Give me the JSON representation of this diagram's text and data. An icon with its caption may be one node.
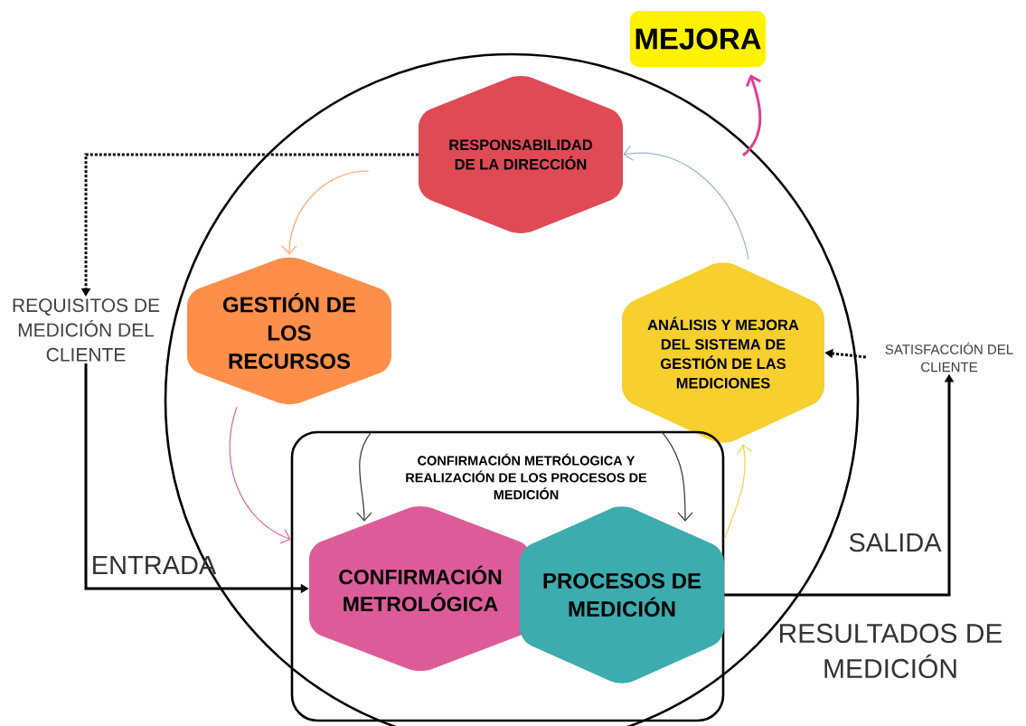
{
  "diagram": {
    "nodes": [
      {
        "text": [
          "MEJORA"
        ]
      },
      {
        "text": [
          "RESPONSABILIDAD DE LA DIRECCIÓN"
        ]
      },
      {
        "text": [
          "GESTIÓN DE LOS RECURSOS"
        ]
      },
      {
        "text": [
          "ANÁLISIS Y MEJORA DEL SISTEMA DE GESTIÓN DE LAS MEDICIONES"
        ]
      },
      {
        "text": [
          "CONFIRMACIÓN METRÓLOGICA Y REALIZACIÓN DE LOS PROCESOS DE MEDICIÓN"
        ]
      },
      {
        "text": [
          "CONFIRMACIÓN METROLÓGICA"
        ],
        "in": 4
      },
      {
        "text": [
          "PROCESOS DE MEDICIÓN"
        ],
        "in": 4
      },
      {
        "text": [
          "REQUISITOS DE MEDICIÓN DEL CLIENTE"
        ]
      },
      {
        "text": [
          "SATISFACCIÓN DEL CLIENTE"
        ]
      }
    ],
    "edges": [
      {
        "from": null,
        "to": 0,
        "arrow": "to",
        "style": "thick",
        "color": "#e33c95"
      },
      {
        "from": 1,
        "to": 7,
        "arrow": "to",
        "style": "dashed"
      },
      {
        "from": 1,
        "to": 2,
        "arrow": "to",
        "color": "#fca06a"
      },
      {
        "from": 2,
        "to": 5,
        "arrow": "to",
        "color": "#e0649f"
      },
      {
        "from": 4,
        "to": 5,
        "arrow": "to",
        "color": "#333333"
      },
      {
        "from": 4,
        "to": 6,
        "arrow": "to",
        "color": "#333333"
      },
      {
        "from": 6,
        "to": 3,
        "arrow": "to",
        "color": "#f7cf45"
      },
      {
        "from": 3,
        "to": 1,
        "arrow": "to",
        "color": "#95b4cc"
      },
      {
        "from": 7,
        "to": 5,
        "arrow": "to",
        "label": "ENTRADA",
        "style": "thick"
      },
      {
        "from": 6,
        "to": 8,
        "arrow": "to",
        "label": "SALIDA",
        "style": "thick"
      },
      {
        "from": 8,
        "to": 3,
        "arrow": "to",
        "style": "dashed"
      }
    ],
    "labels": [
      "RESULTADOS DE MEDICIÓN"
    ]
  }
}
